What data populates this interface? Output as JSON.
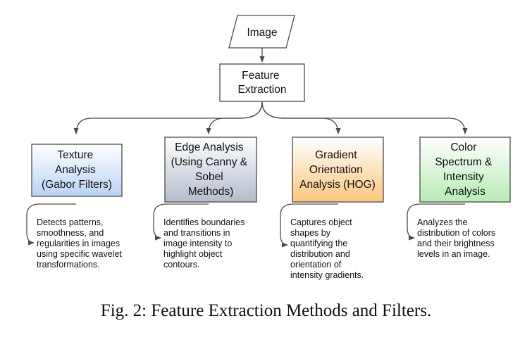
{
  "nodes": {
    "image": {
      "lines": [
        "Image"
      ]
    },
    "feature": {
      "lines": [
        "Feature",
        "Extraction"
      ]
    },
    "texture": {
      "lines": [
        "Texture",
        "Analysis",
        "(Gabor Filters)"
      ]
    },
    "edge": {
      "lines": [
        "Edge Analysis",
        "(Using Canny &",
        "Sobel",
        "Methods)"
      ]
    },
    "gradient": {
      "lines": [
        "Gradient",
        "Orientation",
        "Analysis (HOG)"
      ]
    },
    "color": {
      "lines": [
        "Color",
        "Spectrum &",
        "Intensity",
        "Analysis"
      ]
    }
  },
  "descriptions": {
    "texture": {
      "lines": [
        "Detects patterns,",
        "smoothness, and",
        "regularities in images",
        "using specific wavelet",
        "transformations."
      ]
    },
    "edge": {
      "lines": [
        "Identifies boundaries",
        "and transitions in",
        "image intensity to",
        "highlight object",
        "contours."
      ]
    },
    "gradient": {
      "lines": [
        "Captures object",
        "shapes by",
        "quantifying the",
        "distribution and",
        "orientation of",
        "intensity gradients."
      ]
    },
    "color": {
      "lines": [
        "Analyzes the",
        "distribution of colors",
        "and their brightness",
        "levels in an image."
      ]
    }
  },
  "colors": {
    "texture": "#b9d2f5",
    "edge": "#b4bccb",
    "gradient": "#fbc77d",
    "color": "#b7ecb4",
    "stroke": "#4a4a4a"
  },
  "caption": "Fig. 2: Feature Extraction Methods and Filters."
}
